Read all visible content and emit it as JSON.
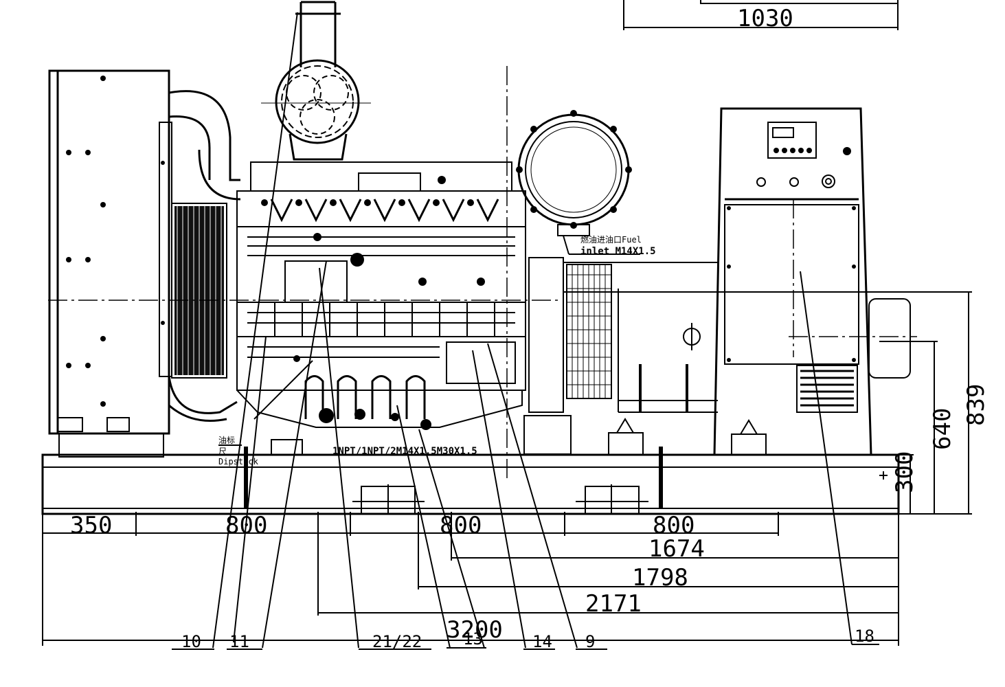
{
  "dimensions": {
    "top_width": "1030",
    "seg_350": "350",
    "seg_800_a": "800",
    "seg_800_b": "800",
    "seg_800_c": "800",
    "len_1674": "1674",
    "len_1798": "1798",
    "len_2171": "2171",
    "len_3200": "3200",
    "h_839": "839",
    "h_640": "640",
    "h_300": "300"
  },
  "annotations": {
    "dipstick_cn_1": "油标",
    "dipstick_cn_2": "尺",
    "dipstick_en": "Dipstick",
    "fuel_inlet_1": "燃油进油口Fuel",
    "fuel_inlet_2": "inlet M14X1.5",
    "ports": "1NPT/1NPT/2M14X1.5M30X1.5"
  },
  "callouts": {
    "c10": "10",
    "c11": "11",
    "c21_22": "21/22",
    "c13": "13",
    "c14": "14",
    "c9": "9",
    "c18": "18"
  }
}
